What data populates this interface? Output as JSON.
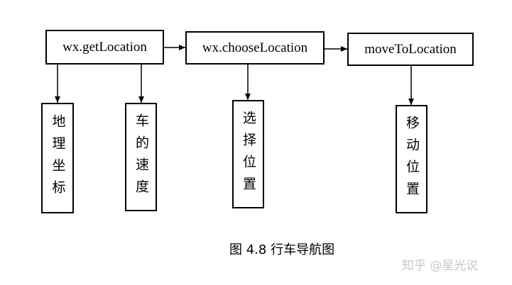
{
  "flow": {
    "step1": "wx.getLocation",
    "step2": "wx.chooseLocation",
    "step3": "moveToLocation"
  },
  "outputs": {
    "coords": "地理坐标",
    "speed": "车的速度",
    "select": "选择位置",
    "move": "移动位置"
  },
  "caption": "图 4.8  行车导航图",
  "watermark": "知乎 @星光说"
}
